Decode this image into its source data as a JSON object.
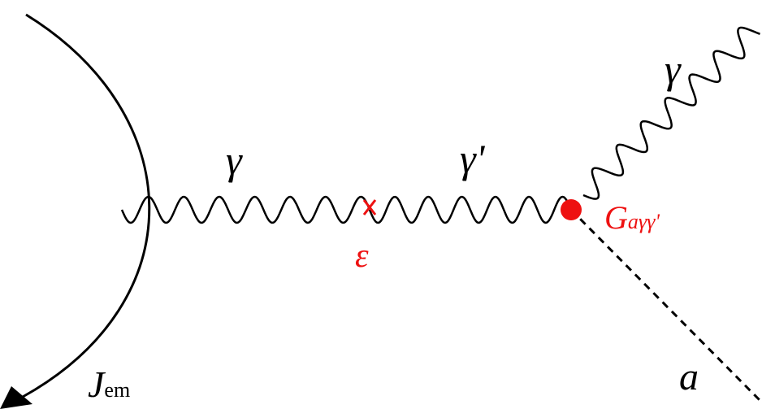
{
  "colors": {
    "line": "#000000",
    "accent": "#ee1111"
  },
  "labels": {
    "photon_left": "γ",
    "dark_photon": "γ'",
    "photon_out": "γ",
    "mixing": "ε",
    "coupling_main": "G",
    "coupling_sub": "aγγ'",
    "current_main": "J",
    "current_sub": "em",
    "axion": "a"
  }
}
